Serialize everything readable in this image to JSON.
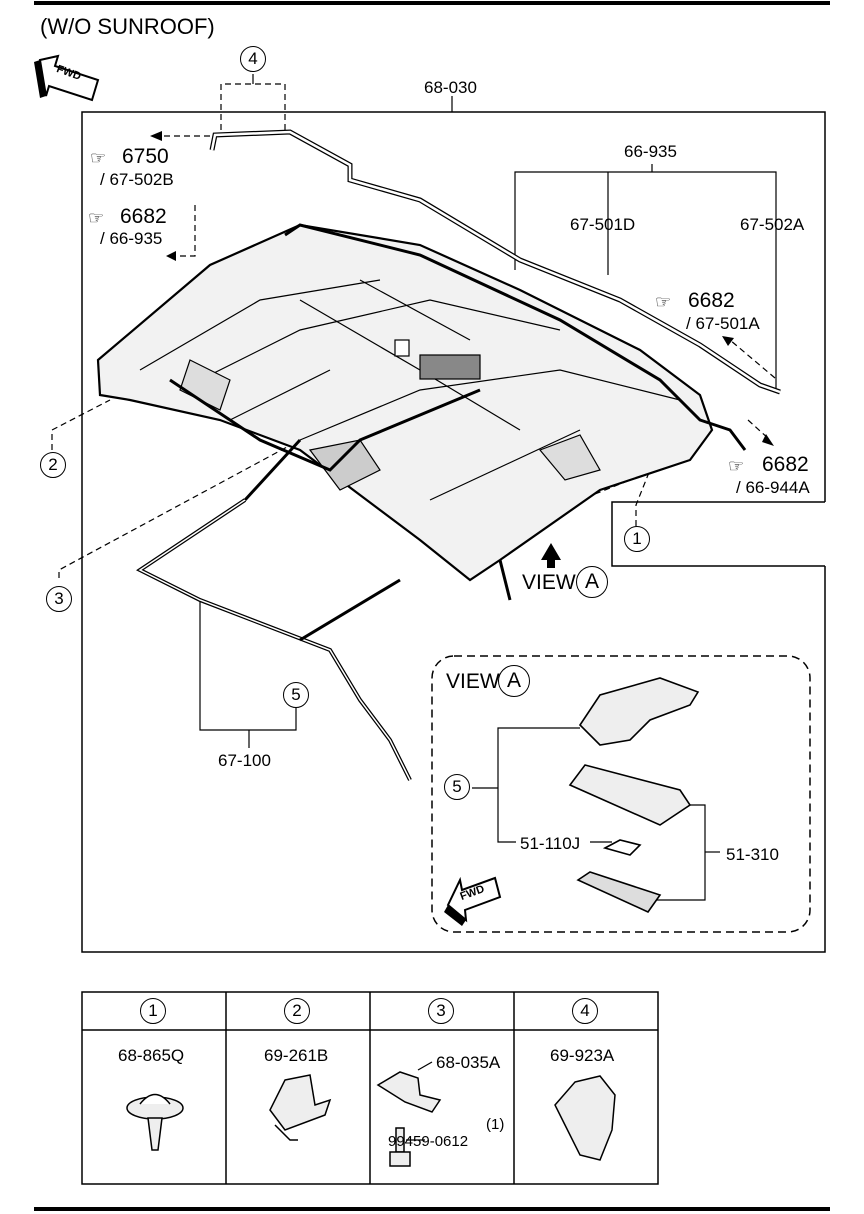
{
  "title": "(W/O SUNROOF)",
  "fwd_label": "FWD",
  "view_label": "VIEW",
  "view_ref": "A",
  "main": {
    "part_headliner": "68-030",
    "part_harness_group": "66-935",
    "part_501d": "67-501D",
    "part_502a": "67-502A",
    "part_67100": "67-100",
    "part_51110j": "51-110J",
    "part_51310": "51-310",
    "ref_6750": "6750",
    "ref_6750_sub": "/ 67-502B",
    "ref_6682_a": "6682",
    "ref_6682_a_sub": "/ 66-935",
    "ref_6682_b": "6682",
    "ref_6682_b_sub": "/ 67-501A",
    "ref_6682_c": "6682",
    "ref_6682_c_sub": "/ 66-944A",
    "callouts": [
      "1",
      "2",
      "3",
      "4",
      "5"
    ]
  },
  "table": {
    "headers": [
      "1",
      "2",
      "3",
      "4"
    ],
    "cells": [
      {
        "part": "68-865Q"
      },
      {
        "part": "69-261B"
      },
      {
        "part": "68-035A",
        "bolt": "99459-0612",
        "qty": "(1)"
      },
      {
        "part": "69-923A"
      }
    ]
  },
  "icons": [
    "fwd-arrow-icon",
    "pointing-hand-icon",
    "view-arrow-icon"
  ]
}
